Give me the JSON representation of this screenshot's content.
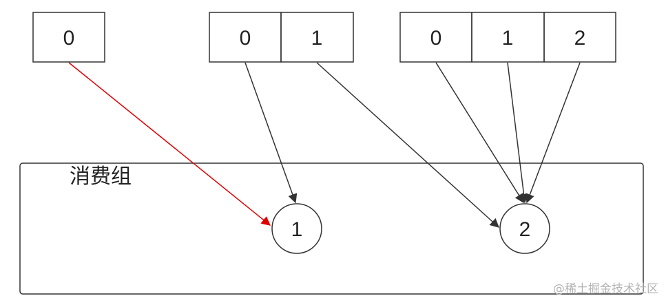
{
  "partition_groups": [
    {
      "cells": [
        "0"
      ]
    },
    {
      "cells": [
        "0",
        "1"
      ]
    },
    {
      "cells": [
        "0",
        "1",
        "2"
      ]
    }
  ],
  "consumer_group": {
    "label": "消费组",
    "consumers": [
      "1",
      "2"
    ]
  },
  "colors": {
    "stroke": "#333333",
    "highlight": "#e00000"
  },
  "watermark": "@稀土掘金技术社区"
}
